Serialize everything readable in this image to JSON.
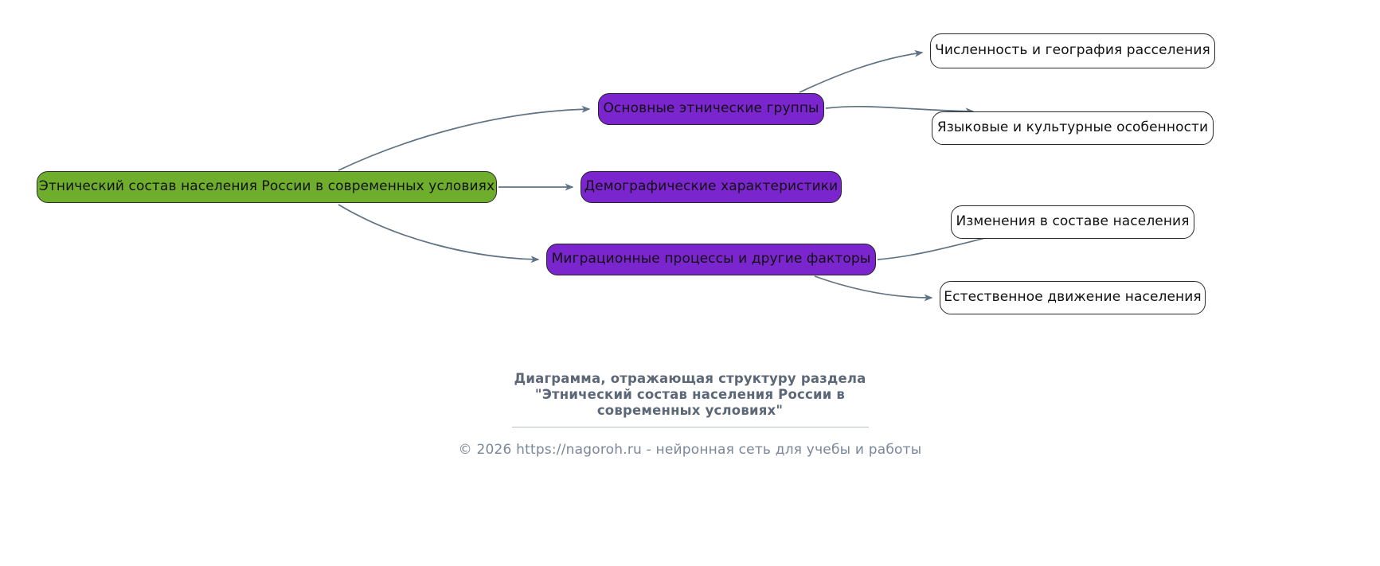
{
  "diagram": {
    "type": "tree-flowchart",
    "colors": {
      "root_fill": "#6fae2c",
      "branch_fill": "#7b25cf",
      "leaf_fill": "#ffffff",
      "node_stroke": "#242424",
      "edge_stroke": "#5f7384",
      "caption_text": "#5c6777",
      "footer_text": "#7b879a"
    },
    "nodes": {
      "root": {
        "label": "Этнический состав населения России в современных условиях"
      },
      "branches": [
        {
          "id": "ethnic-groups",
          "label": "Основные этнические группы"
        },
        {
          "id": "demographics",
          "label": "Демографические характеристики"
        },
        {
          "id": "migration",
          "label": "Миграционные процессы и другие факторы"
        }
      ],
      "leaves": [
        {
          "id": "population-size",
          "label": "Численность и география расселения"
        },
        {
          "id": "language-culture",
          "label": "Языковые и культурные особенности"
        },
        {
          "id": "composition",
          "label": "Изменения в составе населения"
        },
        {
          "id": "natural-movement",
          "label": "Естественное движение населения"
        }
      ]
    },
    "edges": [
      {
        "from": "root",
        "to": "ethnic-groups"
      },
      {
        "from": "root",
        "to": "demographics"
      },
      {
        "from": "root",
        "to": "migration"
      },
      {
        "from": "ethnic-groups",
        "to": "population-size"
      },
      {
        "from": "ethnic-groups",
        "to": "language-culture"
      },
      {
        "from": "migration",
        "to": "composition"
      },
      {
        "from": "migration",
        "to": "natural-movement"
      }
    ]
  },
  "caption": {
    "line1": "Диаграмма, отражающая структуру раздела",
    "line2": "\"Этнический состав населения России в",
    "line3": "современных условиях\""
  },
  "footer": {
    "text": "© 2026 https://nagoroh.ru - нейронная сеть для учебы и работы"
  }
}
